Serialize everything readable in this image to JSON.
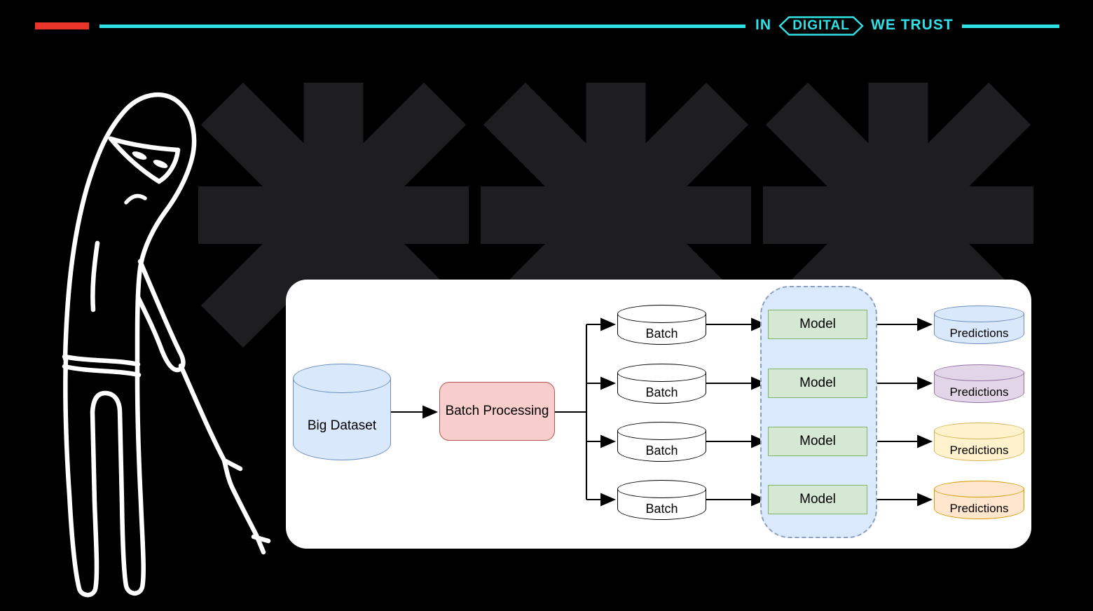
{
  "header": {
    "prefix": "IN",
    "brand": "DIGITAL",
    "suffix": "WE TRUST",
    "accent_red": "#e9342a",
    "accent_cyan": "#2fe1e7"
  },
  "decor": {
    "asterisk_icon_color": "#1e1e20",
    "asterisk_count": 3,
    "character_icon": "sad-hooded-doodle-figure",
    "character_color": "#ffffff"
  },
  "diagram": {
    "panel_background": "#ffffff",
    "source": {
      "label": "Big Dataset",
      "shape": "cylinder",
      "fill": "#dae8fc",
      "stroke": "#6c8ebf"
    },
    "processor": {
      "label": "Batch Processing",
      "shape": "rounded-rect",
      "fill": "#f8cecc",
      "stroke": "#b85450"
    },
    "batches": [
      {
        "label": "Batch",
        "fill": "#ffffff",
        "stroke": "#000000"
      },
      {
        "label": "Batch",
        "fill": "#ffffff",
        "stroke": "#000000"
      },
      {
        "label": "Batch",
        "fill": "#ffffff",
        "stroke": "#000000"
      },
      {
        "label": "Batch",
        "fill": "#ffffff",
        "stroke": "#000000"
      }
    ],
    "model_group": {
      "fill": "#dbe9fc",
      "stroke": "#8ba0bd",
      "border_style": "dashed"
    },
    "models": [
      {
        "label": "Model",
        "fill": "#d5e8d4",
        "stroke": "#82b366"
      },
      {
        "label": "Model",
        "fill": "#d5e8d4",
        "stroke": "#82b366"
      },
      {
        "label": "Model",
        "fill": "#d5e8d4",
        "stroke": "#82b366"
      },
      {
        "label": "Model",
        "fill": "#d5e8d4",
        "stroke": "#82b366"
      }
    ],
    "predictions": [
      {
        "label": "Predictions",
        "fill": "#dae8fc",
        "stroke": "#6c8ebf"
      },
      {
        "label": "Predictions",
        "fill": "#e1d5e7",
        "stroke": "#9673a6"
      },
      {
        "label": "Predictions",
        "fill": "#fff2cc",
        "stroke": "#d6b656"
      },
      {
        "label": "Predictions",
        "fill": "#ffe6cc",
        "stroke": "#d79b00"
      }
    ],
    "connector_color": "#000000"
  }
}
